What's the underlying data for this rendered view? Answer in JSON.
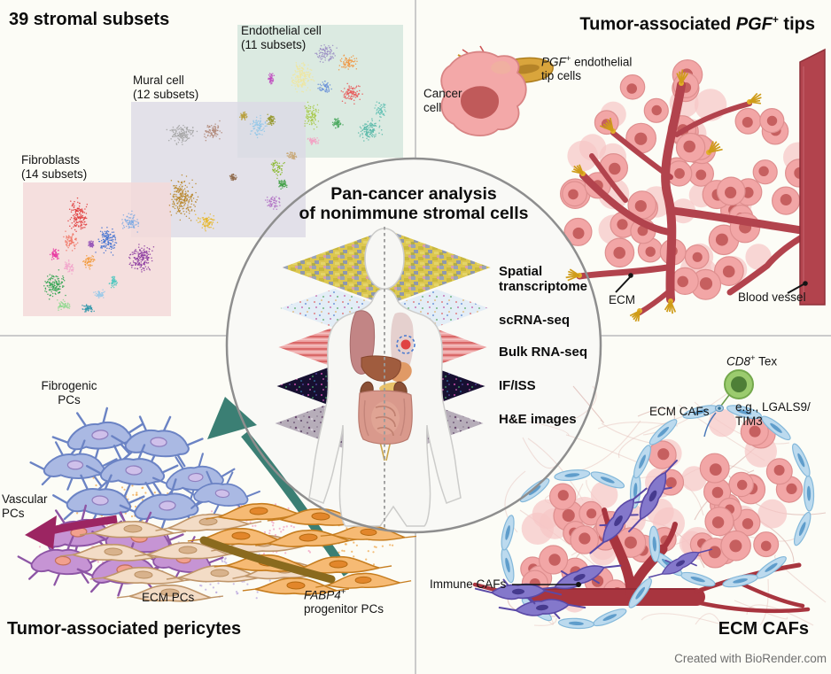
{
  "quadrants": {
    "top_left": {
      "title": "39 stromal subsets",
      "panels": [
        {
          "id": "endothelial",
          "label_line1": "Endothelial cell",
          "label_line2": "(11 subsets)",
          "bg": "#d7e8df"
        },
        {
          "id": "mural",
          "label_line1": "Mural cell",
          "label_line2": "(12 subsets)",
          "bg": "#dcd9e6"
        },
        {
          "id": "fibroblasts",
          "label_line1": "Fibroblasts",
          "label_line2": "(14 subsets)",
          "bg": "#f3d9d9"
        }
      ]
    },
    "top_right": {
      "title": {
        "pre": "Tumor-associated ",
        "gene": "PGF",
        "sup": "+",
        "post": " tips"
      },
      "tip_label": {
        "gene": "PGF",
        "sup": "+",
        "rest": " endothelial",
        "line2": "tip cells"
      },
      "cancer_label": {
        "line1": "Cancer",
        "line2": "cell"
      },
      "ecm_label": "ECM",
      "vessel_label": "Blood vessel"
    },
    "center": {
      "title_line1": "Pan-cancer analysis",
      "title_line2": "of nonimmune stromal cells",
      "layers": [
        {
          "label_line1": "Spatial",
          "label_line2": "transcriptome"
        },
        {
          "label_line1": "scRNA-seq",
          "label_line2": ""
        },
        {
          "label_line1": "Bulk RNA-seq",
          "label_line2": ""
        },
        {
          "label_line1": "IF/ISS",
          "label_line2": ""
        },
        {
          "label_line1": "H&E images",
          "label_line2": ""
        }
      ]
    },
    "bottom_left": {
      "title": "Tumor-associated pericytes",
      "fibrogenic_label": {
        "line1": "Fibrogenic",
        "line2": "PCs"
      },
      "vascular_label": {
        "line1": "Vascular",
        "line2": "PCs"
      },
      "ecm_label": "ECM PCs",
      "fabp4_label": {
        "gene": "FABP4",
        "sup": "+",
        "line2": "progenitor PCs"
      }
    },
    "bottom_right": {
      "title": "ECM CAFs",
      "cd8_label": {
        "gene": "CD8",
        "sup": "+",
        "rest": " Tex"
      },
      "ecm_cafs_label": "ECM CAFs",
      "eg_label": {
        "line1": "e.g., LGALS9/",
        "line2": "TIM3"
      },
      "immune_cafs_label": "Immune CAFs"
    }
  },
  "credit": "Created with BioRender.com",
  "chart_data": [
    {
      "type": "scatter",
      "id": "fibroblasts",
      "title": "Fibroblasts (14 subsets)",
      "n_subsets": 14,
      "units": "px",
      "clusters": [
        [
          88,
          243,
          12,
          20,
          "#e03c3c"
        ],
        [
          80,
          272,
          10,
          12,
          "#f07868"
        ],
        [
          62,
          288,
          7,
          8,
          "#e838a0"
        ],
        [
          78,
          302,
          8,
          8,
          "#f2a6cc"
        ],
        [
          62,
          322,
          14,
          16,
          "#2ea44e"
        ],
        [
          72,
          345,
          9,
          6,
          "#8fd98f"
        ],
        [
          100,
          348,
          8,
          5,
          "#2e96aa"
        ],
        [
          100,
          296,
          8,
          8,
          "#f29838"
        ],
        [
          103,
          276,
          4,
          4,
          "#9858b8"
        ],
        [
          122,
          272,
          13,
          16,
          "#3f6fd0"
        ],
        [
          148,
          250,
          12,
          12,
          "#7fabe3"
        ],
        [
          160,
          292,
          16,
          18,
          "#8c3ba0"
        ],
        [
          128,
          318,
          5,
          7,
          "#54c8c0"
        ],
        [
          112,
          332,
          6,
          5,
          "#9cc9e8"
        ]
      ]
    },
    {
      "type": "scatter",
      "id": "mural",
      "title": "Mural cell (12 subsets)",
      "n_subsets": 12,
      "units": "px",
      "clusters": [
        [
          205,
          152,
          17,
          13,
          "#a3a3a3"
        ],
        [
          240,
          148,
          12,
          11,
          "#b08878"
        ],
        [
          275,
          131,
          5,
          5,
          "#b8a040"
        ],
        [
          291,
          143,
          10,
          13,
          "#8fc6e8"
        ],
        [
          306,
          135,
          6,
          8,
          "#96992f"
        ],
        [
          206,
          224,
          19,
          26,
          "#b8862a"
        ],
        [
          233,
          251,
          13,
          11,
          "#e6b72e"
        ],
        [
          313,
          190,
          8,
          12,
          "#8ab82f"
        ],
        [
          319,
          208,
          6,
          6,
          "#43a048"
        ],
        [
          309,
          228,
          10,
          9,
          "#b070c4"
        ],
        [
          330,
          176,
          6,
          5,
          "#c8a878"
        ],
        [
          263,
          200,
          4,
          4,
          "#8f6a4a"
        ]
      ]
    },
    {
      "type": "scatter",
      "id": "endothelial",
      "title": "Endothelial cell (11 subsets)",
      "n_subsets": 11,
      "units": "px",
      "clusters": [
        [
          368,
          60,
          14,
          11,
          "#9b8ec4"
        ],
        [
          341,
          86,
          14,
          20,
          "#efe69e"
        ],
        [
          394,
          71,
          12,
          10,
          "#f0953f"
        ],
        [
          367,
          99,
          10,
          9,
          "#6890d8"
        ],
        [
          397,
          106,
          13,
          12,
          "#e85555"
        ],
        [
          352,
          130,
          11,
          15,
          "#a9c84b"
        ],
        [
          417,
          147,
          15,
          13,
          "#58b8a8"
        ],
        [
          430,
          124,
          8,
          9,
          "#63c0b4"
        ],
        [
          353,
          159,
          7,
          5,
          "#f2a3c4"
        ],
        [
          306,
          88,
          4,
          7,
          "#c050c0"
        ],
        [
          381,
          139,
          6,
          6,
          "#4aa85e"
        ]
      ]
    }
  ]
}
